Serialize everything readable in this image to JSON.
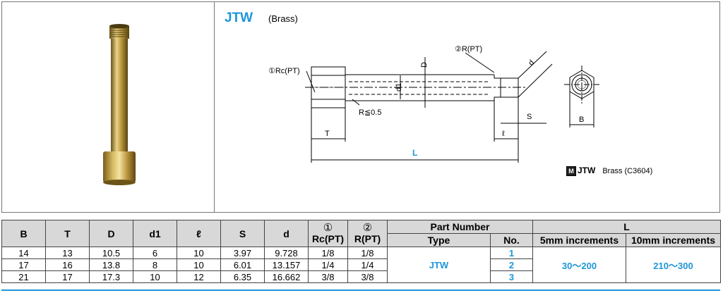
{
  "header": {
    "product_code": "JTW",
    "material_short": "(Brass)"
  },
  "drawing": {
    "labels": {
      "rc_pt": "①Rc(PT)",
      "r_pt": "②R(PT)",
      "D": "D",
      "d1": "d1",
      "d": "d",
      "radius": "R≦0.5",
      "S": "S",
      "B": "B",
      "T": "T",
      "ell": "ℓ",
      "L": "L"
    },
    "material_note": {
      "badge": "M",
      "code": "JTW",
      "text": "Brass (C3604)"
    }
  },
  "table": {
    "headers": {
      "B": "B",
      "T": "T",
      "D": "D",
      "d1": "d1",
      "ell": "ℓ",
      "S": "S",
      "d": "d",
      "rc_num": "①",
      "rc": "Rc(PT)",
      "r_num": "②",
      "r": "R(PT)",
      "part_number": "Part Number",
      "type": "Type",
      "no": "No.",
      "L": "L",
      "inc5": "5mm increments",
      "inc10": "10mm increments"
    },
    "type_value": "JTW",
    "range5": "30～200",
    "range10": "210～300",
    "rows": [
      {
        "B": "14",
        "T": "13",
        "D": "10.5",
        "d1": "6",
        "ell": "10",
        "S": "3.97",
        "d": "9.728",
        "rc": "1/8",
        "r": "1/8",
        "no": "1"
      },
      {
        "B": "17",
        "T": "16",
        "D": "13.8",
        "d1": "8",
        "ell": "10",
        "S": "6.01",
        "d": "13.157",
        "rc": "1/4",
        "r": "1/4",
        "no": "2"
      },
      {
        "B": "21",
        "T": "17",
        "D": "17.3",
        "d1": "10",
        "ell": "12",
        "S": "6.35",
        "d": "16.662",
        "rc": "3/8",
        "r": "3/8",
        "no": "3"
      }
    ]
  }
}
